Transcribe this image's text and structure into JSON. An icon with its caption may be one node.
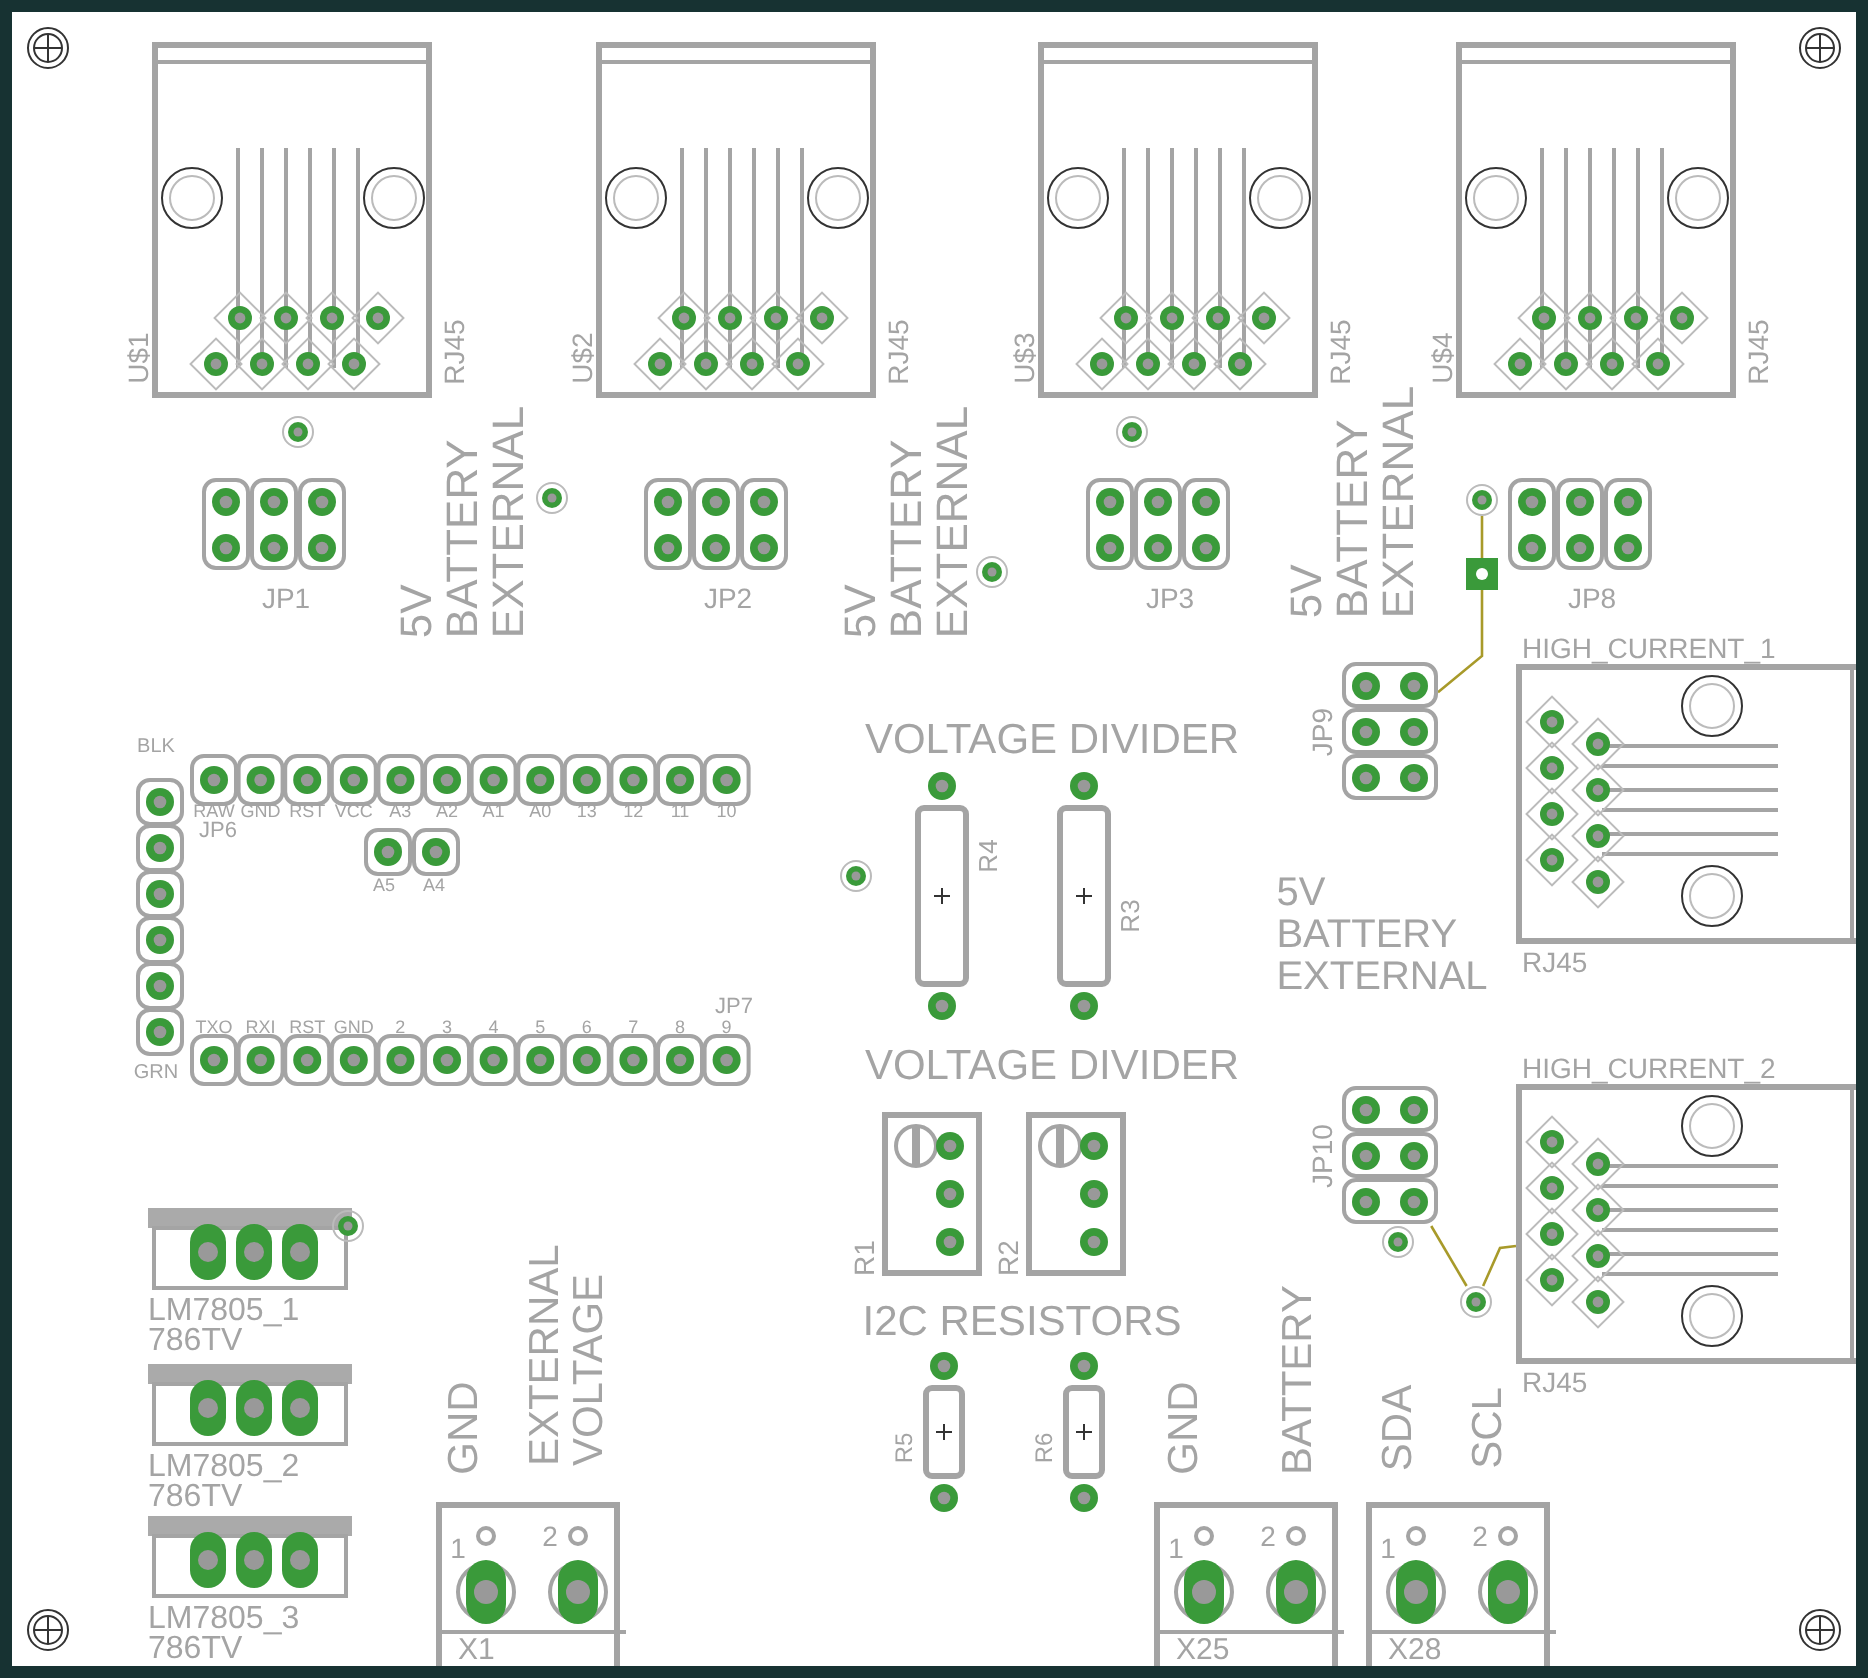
{
  "diagram": {
    "nodes": [
      {
        "text": [
          "U$1",
          "RJ45"
        ]
      },
      {
        "text": [
          "U$2",
          "RJ45"
        ]
      },
      {
        "text": [
          "U$3",
          "RJ45"
        ]
      },
      {
        "text": [
          "U$4",
          "RJ45"
        ]
      },
      {
        "text": [
          "JP1"
        ]
      },
      {
        "text": [
          "JP2"
        ]
      },
      {
        "text": [
          "JP3"
        ]
      },
      {
        "text": [
          "JP8"
        ]
      },
      {
        "text": [
          "JP9"
        ]
      },
      {
        "text": [
          "HIGH_CURRENT_1",
          "RJ45"
        ]
      },
      {
        "text": [
          "JP10"
        ]
      },
      {
        "text": [
          "HIGH_CURRENT_2",
          "RJ45"
        ]
      },
      {
        "text": [],
        "shape": "circle"
      },
      {
        "text": [
          "R4"
        ]
      },
      {
        "text": [
          "R3"
        ]
      },
      {
        "text": [
          "R1"
        ]
      },
      {
        "text": [
          "R2"
        ]
      },
      {
        "text": [
          "R5"
        ]
      },
      {
        "text": [
          "R6"
        ]
      },
      {
        "text": [
          "LM7805_1",
          "786TV"
        ]
      },
      {
        "text": [
          "LM7805_2",
          "786TV"
        ]
      },
      {
        "text": [
          "LM7805_3",
          "786TV"
        ]
      },
      {
        "text": [
          "1",
          "2",
          "X1"
        ]
      },
      {
        "text": [
          "1",
          "2",
          "X25"
        ]
      },
      {
        "text": [
          "1",
          "2",
          "X28"
        ]
      },
      {
        "text": [],
        "shape": "circle"
      },
      {
        "text": [],
        "shape": "circle"
      },
      {
        "text": [],
        "shape": "circle"
      },
      {
        "text": [],
        "shape": "circle"
      },
      {
        "text": [],
        "shape": "circle"
      },
      {
        "text": [],
        "shape": "circle"
      },
      {
        "text": [],
        "shape": "circle"
      },
      {
        "text": [],
        "shape": "circle"
      }
    ],
    "edges": [
      {
        "from": 12,
        "to": 8,
        "arrow": "none"
      },
      {
        "from": 10,
        "to": 31,
        "arrow": "none"
      },
      {
        "from": 31,
        "to": 11,
        "arrow": "none"
      }
    ],
    "labels": [
      "5V BATTERY EXTERNAL",
      "5V BATTERY EXTERNAL",
      "5V BATTERY EXTERNAL",
      "VOLTAGE DIVIDER",
      "5V BATTERY EXTERNAL",
      "VOLTAGE DIVIDER",
      "I2C RESISTORS",
      "GND",
      "EXTERNAL VOLTAGE",
      "GND",
      "BATTERY",
      "SDA",
      "SCL",
      "BLK",
      "RAW",
      "GND",
      "RST",
      "VCC",
      "A3",
      "A2",
      "A1",
      "A0",
      "13",
      "12",
      "11",
      "10",
      "JP6",
      "A5",
      "A4",
      "JP7",
      "TXO",
      "RXI",
      "RST",
      "GND",
      "2",
      "3",
      "4",
      "5",
      "6",
      "7",
      "8",
      "9",
      "GRN"
    ]
  }
}
